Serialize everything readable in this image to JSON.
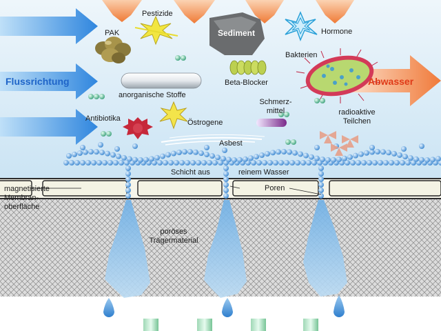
{
  "labels": {
    "pak": "PAK",
    "pestizide": "Pestizide",
    "sediment": "Sediment",
    "hormone": "Hormone",
    "bakterien": "Bakterien",
    "flussrichtung": "Flussrichtung",
    "anorganische": "anorganische Stoffe",
    "beta_blocker": "Beta-Blocker",
    "abwasser": "Abwasser",
    "antibiotika": "Antibiotika",
    "oestrogene": "Östrogene",
    "schmerz_1": "Schmerz-",
    "schmerz_2": "mittel",
    "radio_1": "radioaktive",
    "radio_2": "Teilchen",
    "asbest": "Asbest",
    "schicht": "Schicht aus",
    "reinem": "reinem Wasser",
    "poren": "Poren",
    "membran_1": "magnetisierte",
    "membran_2": "Membran-",
    "membran_3": "oberfläche",
    "poroes_1": "poröses",
    "poroes_2": "Trägermaterial"
  },
  "colors": {
    "water_top": "#eaf4fb",
    "water_bottom": "#cfe6f5",
    "flow_arrow": "#3b8fe0",
    "input_arrow": "#f08a4b",
    "outflow_arrow": "#f08a4b",
    "membrane": "#f4f3e8",
    "support": "#d8d8d8",
    "droplet": "#5aa0dc",
    "pure_water": "#8cc3ea"
  }
}
